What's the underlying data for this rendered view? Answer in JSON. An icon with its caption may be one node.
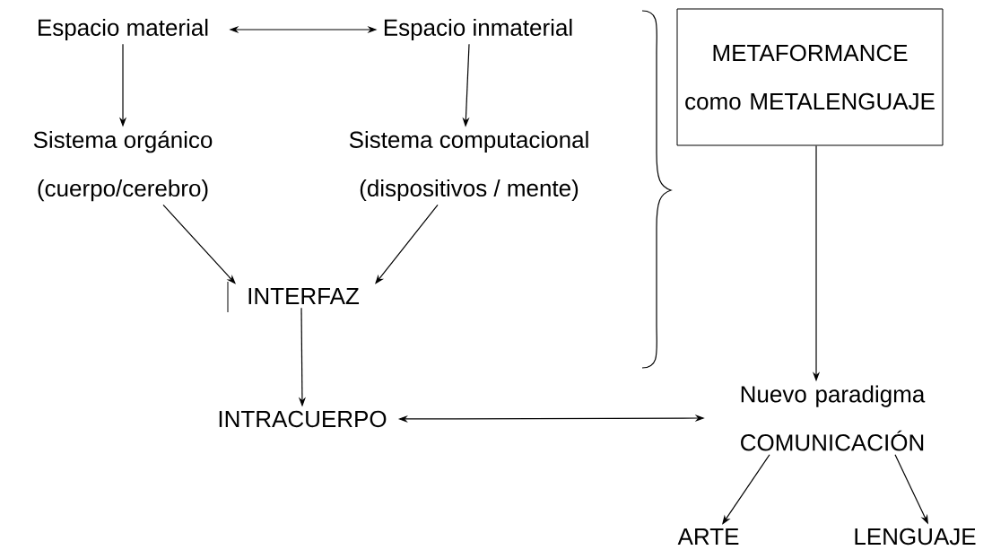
{
  "diagram": {
    "nodes": [
      {
        "text": [
          "Espacio material"
        ]
      },
      {
        "text": [
          "Espacio inmaterial"
        ]
      },
      {
        "text": [
          "Sistema orgánico",
          "(cuerpo/cerebro)"
        ]
      },
      {
        "text": [
          "Sistema computacional",
          "(dispositivos / mente)"
        ]
      },
      {
        "text": [
          "INTERFAZ"
        ]
      },
      {
        "text": [
          "INTRACUERPO"
        ]
      },
      {
        "text": [
          "METAFORMANCE como METALENGUAJE"
        ]
      },
      {
        "text": [
          "Nuevo paradigma COMUNICACIÓN"
        ]
      },
      {
        "text": [
          "ARTE"
        ]
      },
      {
        "text": [
          "LENGUAJE"
        ]
      }
    ],
    "edges": [
      {
        "from": 0,
        "to": 1,
        "arrow": "both"
      },
      {
        "from": 0,
        "to": 2,
        "arrow": "to"
      },
      {
        "from": 1,
        "to": 3,
        "arrow": "to"
      },
      {
        "from": 2,
        "to": 4,
        "arrow": "to"
      },
      {
        "from": 3,
        "to": 4,
        "arrow": "to"
      },
      {
        "from": 4,
        "to": 5,
        "arrow": "to"
      },
      {
        "from": 6,
        "to": 7,
        "arrow": "to"
      },
      {
        "from": 5,
        "to": 7,
        "arrow": "both"
      },
      {
        "from": 7,
        "to": 8,
        "arrow": "to"
      },
      {
        "from": 7,
        "to": 9,
        "arrow": "to"
      }
    ]
  }
}
